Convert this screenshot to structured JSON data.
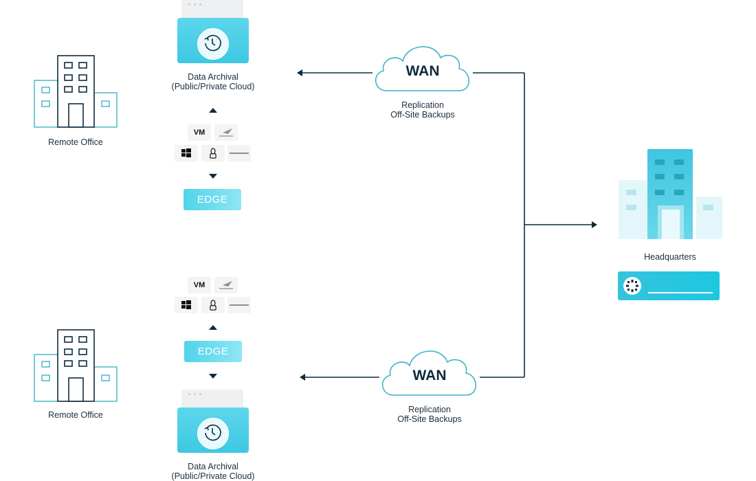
{
  "remote_office_top": {
    "label": "Remote Office"
  },
  "remote_office_bottom": {
    "label": "Remote Office"
  },
  "archival_top": {
    "line1": "Data Archival",
    "line2": "(Public/Private Cloud)"
  },
  "archival_bottom": {
    "line1": "Data Archival",
    "line2": "(Public/Private Cloud)"
  },
  "workloads": {
    "vm_label": "VM"
  },
  "edge_top": {
    "label": "EDGE"
  },
  "edge_bottom": {
    "label": "EDGE"
  },
  "wan_top": {
    "label": "WAN",
    "caption1": "Replication",
    "caption2": "Off-Site Backups"
  },
  "wan_bottom": {
    "label": "WAN",
    "caption1": "Replication",
    "caption2": "Off-Site Backups"
  },
  "headquarters": {
    "label": "Headquarters"
  },
  "colors": {
    "line": "#0f2a3d",
    "accent": "#3ec8e2",
    "building_outline": "#3fb3c6",
    "text": "#1b2d3d"
  }
}
